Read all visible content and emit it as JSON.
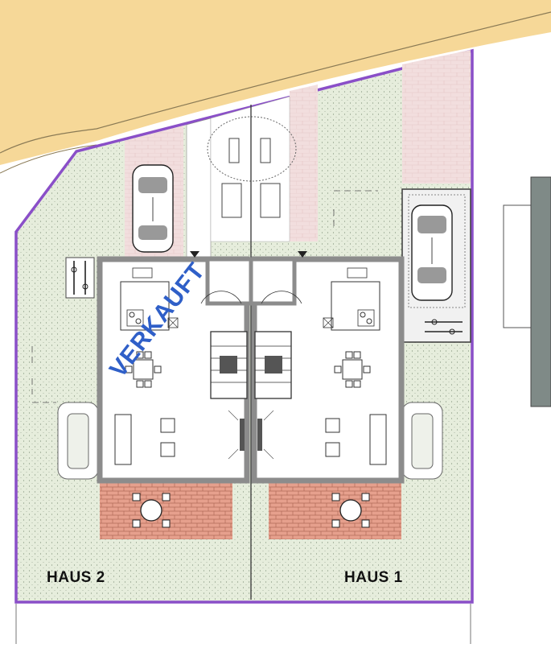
{
  "labels": {
    "house_left": "HAUS 2",
    "house_right": "HAUS 1",
    "sold_stamp": "VERKAUFT"
  },
  "colors": {
    "street": "#f6d898",
    "plot_border": "#8a4fc8",
    "garden": "#e6eddc",
    "paving": "#f1dcdc",
    "terrace": "#e89a86",
    "wall": "#8c8c8c",
    "stamp": "#2f5fc8"
  },
  "icons": [
    "car-icon",
    "car-icon",
    "dining-table-icon",
    "sofa-icon",
    "staircase-icon",
    "bicycle-icon",
    "patio-table-icon"
  ]
}
